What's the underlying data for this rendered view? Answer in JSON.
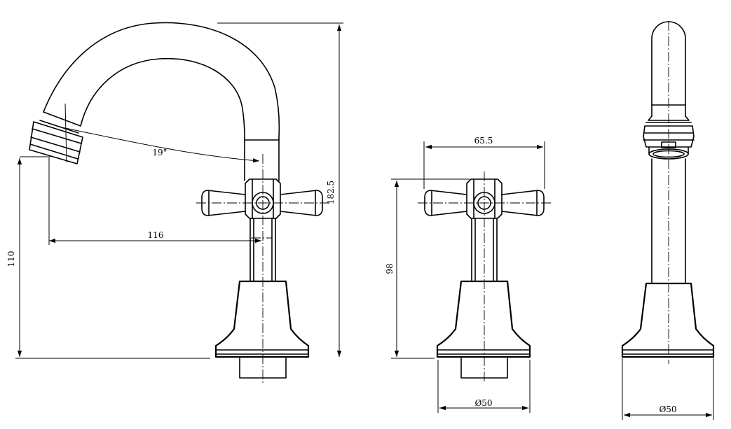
{
  "dimensions": {
    "angle": "19°",
    "spout_reach": "116",
    "spout_height": "110",
    "overall_height": "182.5",
    "handle_width": "65.5",
    "front_height": "98",
    "front_base_diameter": "Ø50",
    "side_base_diameter": "Ø50"
  }
}
